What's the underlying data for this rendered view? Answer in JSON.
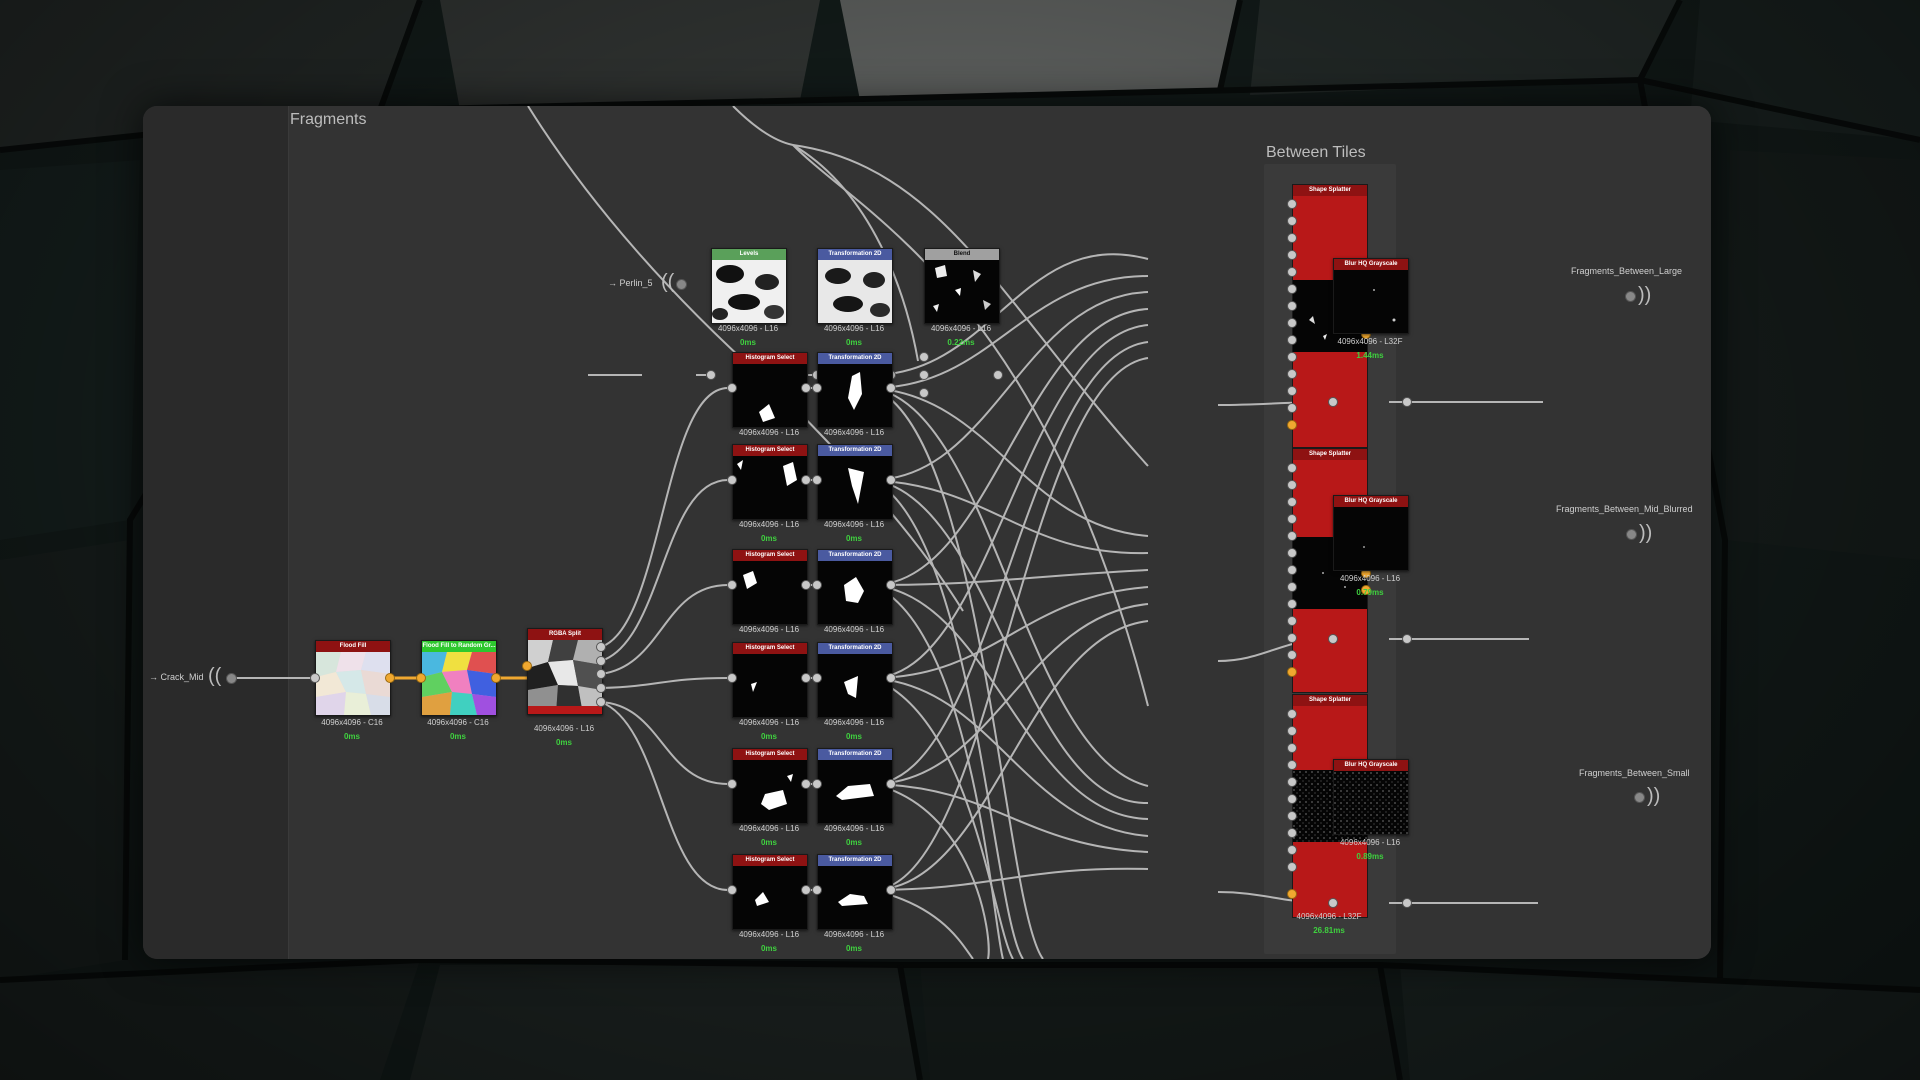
{
  "frames": {
    "fragments_title": "Fragments",
    "between_tiles_title": "Between Tiles"
  },
  "inputs": [
    {
      "label": "→ Crack_Mid"
    },
    {
      "label": "→ Perlin_5"
    }
  ],
  "outputs": [
    {
      "label": "Fragments_Between_Large"
    },
    {
      "label": "Fragments_Between_Mid_Blurred"
    },
    {
      "label": "Fragments_Between_Small"
    }
  ],
  "nodes": {
    "flood_fill": {
      "title": "Flood Fill",
      "res": "4096x4096 - C16",
      "time": "0ms"
    },
    "flood_fill_random": {
      "title": "Flood Fill to Random Gr...",
      "res": "4096x4096 - C16",
      "time": "0ms"
    },
    "rgba_split": {
      "title": "RGBA Split",
      "res": "4096x4096 - L16",
      "time": "0ms"
    },
    "levels": {
      "title": "Levels",
      "res": "4096x4096 - L16",
      "time": "0ms"
    },
    "transform_top": {
      "title": "Transformation 2D",
      "res": "4096x4096 - L16",
      "time": "0ms"
    },
    "blend": {
      "title": "Blend",
      "res": "4096x4096 - L16",
      "time": "0.22ms"
    },
    "hist": [
      {
        "title": "Histogram Select",
        "res": "4096x4096 - L16",
        "time": ""
      },
      {
        "title": "Histogram Select",
        "res": "4096x4096 - L16",
        "time": "0ms"
      },
      {
        "title": "Histogram Select",
        "res": "4096x4096 - L16",
        "time": ""
      },
      {
        "title": "Histogram Select",
        "res": "4096x4096 - L16",
        "time": "0ms"
      },
      {
        "title": "Histogram Select",
        "res": "4096x4096 - L16",
        "time": "0ms"
      },
      {
        "title": "Histogram Select",
        "res": "4096x4096 - L16",
        "time": "0ms"
      }
    ],
    "trans": [
      {
        "title": "Transformation 2D",
        "res": "4096x4096 - L16",
        "time": ""
      },
      {
        "title": "Transformation 2D",
        "res": "4096x4096 - L16",
        "time": "0ms"
      },
      {
        "title": "Transformation 2D",
        "res": "4096x4096 - L16",
        "time": ""
      },
      {
        "title": "Transformation 2D",
        "res": "4096x4096 - L16",
        "time": "0ms"
      },
      {
        "title": "Transformation 2D",
        "res": "4096x4096 - L16",
        "time": "0ms"
      },
      {
        "title": "Transformation 2D",
        "res": "4096x4096 - L16",
        "time": "0ms"
      }
    ],
    "splitters": [
      {
        "title": "Shape Splatter"
      },
      {
        "title": "Shape Splatter"
      },
      {
        "title": "Shape Splatter"
      }
    ],
    "splitter_res": "4096x4096 - L32F",
    "splitter_time": "26.81ms",
    "blur": [
      {
        "title": "Blur HQ Grayscale",
        "res": "4096x4096 - L32F",
        "time": "1.44ms"
      },
      {
        "title": "Blur HQ Grayscale",
        "res": "4096x4096 - L16",
        "time": "0.79ms"
      },
      {
        "title": "Blur HQ Grayscale",
        "res": "4096x4096 - L16",
        "time": "0.89ms"
      }
    ]
  },
  "colors": {
    "panel_bg": "#2e2e2e",
    "frame_bg": "#333333",
    "wire": "#c4c4c4",
    "wire_orange": "#f0a830",
    "header_red": "#8e1212",
    "header_green": "#5aa05a",
    "header_lime": "#2ec82e",
    "header_blue": "#4a5aa0",
    "header_grey": "#a0a0a0",
    "time_green": "#3fd13f"
  }
}
